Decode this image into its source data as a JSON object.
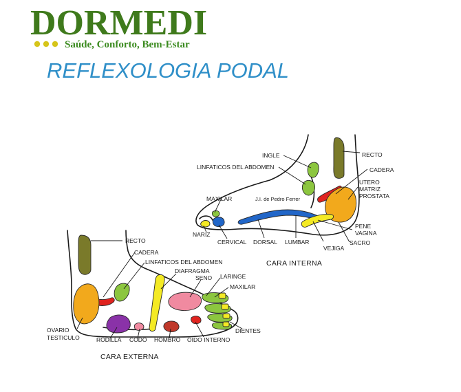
{
  "header": {
    "brand_name": "DORMEDI",
    "tagline": "Saúde, Conforto, Bem-Estar",
    "title": "REFLEXOLOGIA PODAL"
  },
  "inner_view": {
    "caption": "CARA INTERNA",
    "signature": "J.I. de Pedro Ferrer",
    "labels": {
      "ingle": "INGLE",
      "linfaticos": "LINFATICOS DEL ABDOMEN",
      "recto": "RECTO",
      "cadera": "CADERA",
      "utero": "UTERO",
      "matriz": "MATRIZ",
      "prostata": "PROSTATA",
      "maxilar": "MAXILAR",
      "nariz": "NARIZ",
      "cervical": "CERVICAL",
      "dorsal": "DORSAL",
      "lumbar": "LUMBAR",
      "vejiga": "VEJIGA",
      "pene": "PENE",
      "vagina": "VAGINA",
      "sacro": "SACRO"
    }
  },
  "outer_view": {
    "caption": "CARA EXTERNA",
    "labels": {
      "recto": "RECTO",
      "cadera": "CADERA",
      "linfaticos": "LINFATICOS DEL ABDOMEN",
      "diafragma": "DIAFRAGMA",
      "seno": "SENO",
      "laringe": "LARINGE",
      "maxilar": "MAXILAR",
      "ovario": "OVARIO",
      "testiculo": "TESTICULO",
      "rodilla": "RODILLA",
      "codo": "CODO",
      "hombro": "HOMBRO",
      "oido": "OIDO INTERNO",
      "dientes": "DIENTES"
    }
  },
  "colors": {
    "brand_green": "#3f7a1c",
    "tagline_green": "#3a8a1e",
    "dot_yellow": "#d6c51a",
    "title_blue": "#2f8fc8",
    "olive": "#7a7a2a",
    "light_green": "#8cc63f",
    "red": "#e0231f",
    "orange": "#f2a91c",
    "yellow": "#f4ea24",
    "blue": "#2166c8",
    "purple": "#8a32a8",
    "pink": "#f08aa0",
    "brown_red": "#c0392b"
  }
}
